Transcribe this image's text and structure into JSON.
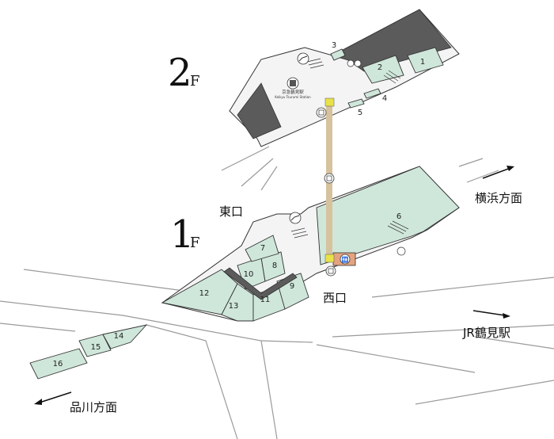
{
  "floors": {
    "f2": "2F",
    "f1": "1F"
  },
  "station": {
    "name_jp": "京急鶴見駅",
    "name_en": "Keikyu Tsurumi Station"
  },
  "exits": {
    "east": "東口",
    "west": "西口"
  },
  "directions": {
    "yokohama": "横浜方面",
    "jr_tsurumi": "JR鶴見駅",
    "shinagawa": "品川方面"
  },
  "stores": {
    "s1": "1",
    "s2": "2",
    "s3": "3",
    "s4": "4",
    "s5": "5",
    "s6": "6",
    "s7": "7",
    "s8": "8",
    "s9": "9",
    "s10": "10",
    "s11": "11",
    "s12": "12",
    "s13": "13",
    "s14": "14",
    "s15": "15",
    "s16": "16"
  },
  "colors": {
    "store": "#cfe7da",
    "elevator_shaft": "#d7c29e",
    "elevator": "#e8e24a",
    "toilet": "#e4a37f"
  },
  "icons": [
    "escalator-icon",
    "elevator-icon",
    "toilet-icon",
    "accessible-icon",
    "wheelchair-icon",
    "ic-card-icon",
    "station-icon"
  ]
}
